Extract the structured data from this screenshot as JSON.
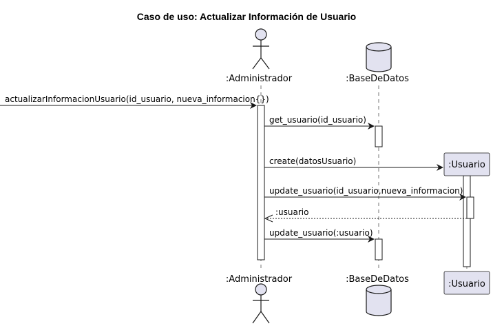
{
  "title": "Caso de uso: Actualizar Información de Usuario",
  "participants": {
    "administrador": {
      "label": ":Administrador",
      "shape": "actor"
    },
    "basededatos": {
      "label": ":BaseDeDatos",
      "shape": "database"
    },
    "usuario": {
      "label": ":Usuario",
      "shape": "created-participant"
    }
  },
  "messages": [
    {
      "from": "external",
      "to": "administrador",
      "label": "actualizarInformacionUsuario(id_usuario, nueva_informacion{})",
      "style": "solid"
    },
    {
      "from": "administrador",
      "to": "basededatos",
      "label": "get_usuario(id_usuario)",
      "style": "solid"
    },
    {
      "from": "administrador",
      "to": "usuario",
      "label": "create(datosUsuario)",
      "style": "solid"
    },
    {
      "from": "administrador",
      "to": "usuario",
      "label": "update_usuario(id_usuario,nueva_informacion)",
      "style": "solid"
    },
    {
      "from": "usuario",
      "to": "administrador",
      "label": ":usuario",
      "style": "dashed"
    },
    {
      "from": "administrador",
      "to": "basededatos",
      "label": "update_usuario(:usuario)",
      "style": "solid"
    }
  ],
  "colors": {
    "participant_fill": "#E2E2F0",
    "stroke": "#181818",
    "lifeline": "#181818",
    "activation_fill": "#FFFFFF"
  }
}
